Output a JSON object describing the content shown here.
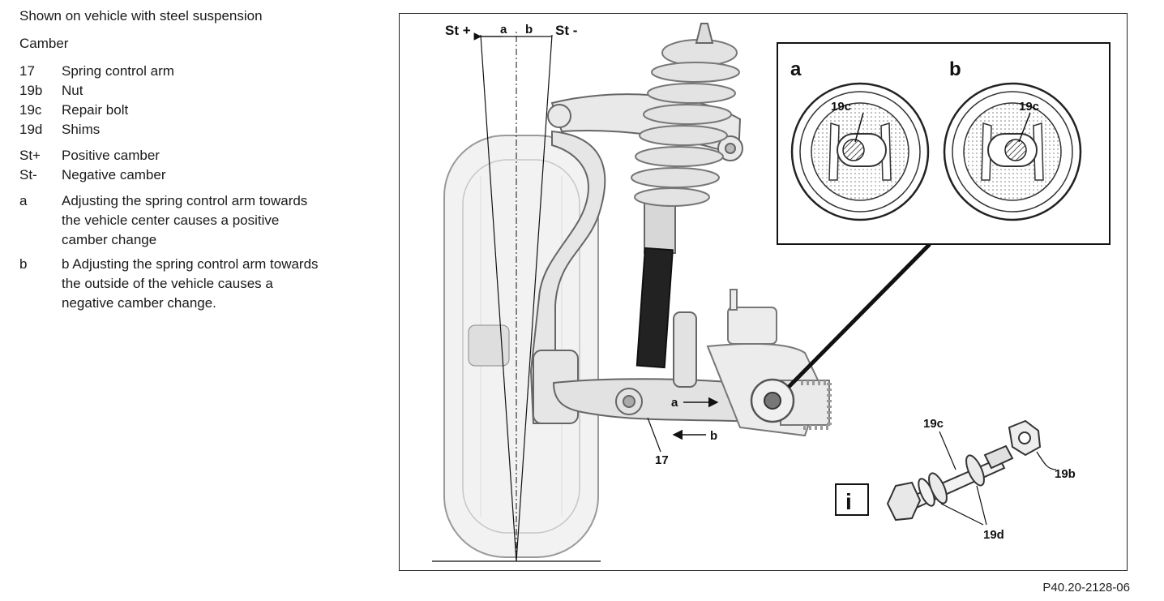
{
  "legend": {
    "intro": "Shown on vehicle with steel suspension",
    "title": "Camber",
    "parts": [
      {
        "key": "17",
        "text": "Spring control arm"
      },
      {
        "key": "19b",
        "text": "Nut"
      },
      {
        "key": "19c",
        "text": "Repair bolt"
      },
      {
        "key": "19d",
        "text": "Shims"
      }
    ],
    "camber": [
      {
        "key": "St+",
        "text": "Positive camber"
      },
      {
        "key": "St-",
        "text": "Negative camber"
      }
    ],
    "directions": [
      {
        "key": "a",
        "text": "Adjusting the spring control arm towards the vehicle center causes a positive camber change"
      },
      {
        "key": "b",
        "text": "b Adjusting the spring control arm towards the outside of the vehicle causes a negative camber change."
      }
    ]
  },
  "figure": {
    "labels": {
      "st_plus": "St +",
      "st_minus": "St -",
      "a": "a",
      "b": "b",
      "inset_a": "a",
      "inset_b": "b",
      "bolt_a": "19c",
      "bolt_b": "19c",
      "arm_a": "a",
      "arm_b": "b",
      "arm": "17",
      "repair_bolt": "19c",
      "nut": "19b",
      "shims": "19d",
      "info": "i"
    },
    "code": "P40.20-2128-06"
  }
}
